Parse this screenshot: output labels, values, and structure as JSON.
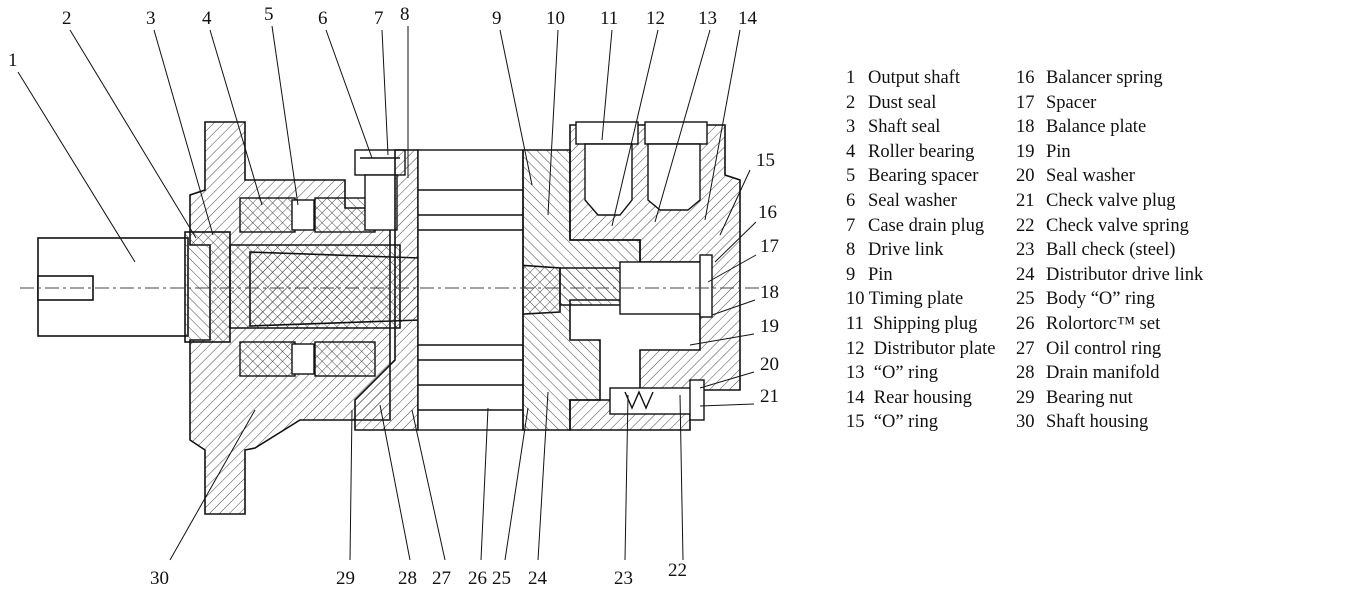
{
  "callouts": [
    "1",
    "2",
    "3",
    "4",
    "5",
    "6",
    "7",
    "8",
    "9",
    "10",
    "11",
    "12",
    "13",
    "14",
    "15",
    "16",
    "17",
    "18",
    "19",
    "20",
    "21",
    "22",
    "23",
    "24",
    "25",
    "26",
    "27",
    "28",
    "29",
    "30"
  ],
  "legend": {
    "left": [
      {
        "num": "1",
        "label": "Output shaft"
      },
      {
        "num": "2",
        "label": "Dust seal"
      },
      {
        "num": "3",
        "label": "Shaft seal"
      },
      {
        "num": "4",
        "label": "Roller bearing"
      },
      {
        "num": "5",
        "label": "Bearing spacer"
      },
      {
        "num": "6",
        "label": "Seal washer"
      },
      {
        "num": "7",
        "label": "Case drain plug"
      },
      {
        "num": "8",
        "label": "Drive link"
      },
      {
        "num": "9",
        "label": "Pin"
      },
      {
        "num": "10",
        "label": "Timing plate"
      },
      {
        "num": "11",
        "label": "Shipping plug"
      },
      {
        "num": "12",
        "label": "Distributor plate"
      },
      {
        "num": "13",
        "label": "“O” ring"
      },
      {
        "num": "14",
        "label": "Rear housing"
      },
      {
        "num": "15",
        "label": "“O” ring"
      }
    ],
    "right": [
      {
        "num": "16",
        "label": "Balancer spring"
      },
      {
        "num": "17",
        "label": "Spacer"
      },
      {
        "num": "18",
        "label": "Balance plate"
      },
      {
        "num": "19",
        "label": "Pin"
      },
      {
        "num": "20",
        "label": "Seal washer"
      },
      {
        "num": "21",
        "label": "Check valve plug"
      },
      {
        "num": "22",
        "label": "Check valve spring"
      },
      {
        "num": "23",
        "label": "Ball check (steel)"
      },
      {
        "num": "24",
        "label": "Distributor drive link"
      },
      {
        "num": "25",
        "label": "Body “O” ring"
      },
      {
        "num": "26",
        "label": "Rolortorc™ set"
      },
      {
        "num": "27",
        "label": "Oil control ring"
      },
      {
        "num": "28",
        "label": "Drain manifold"
      },
      {
        "num": "29",
        "label": "Bearing nut"
      },
      {
        "num": "30",
        "label": "Shaft housing"
      }
    ]
  }
}
